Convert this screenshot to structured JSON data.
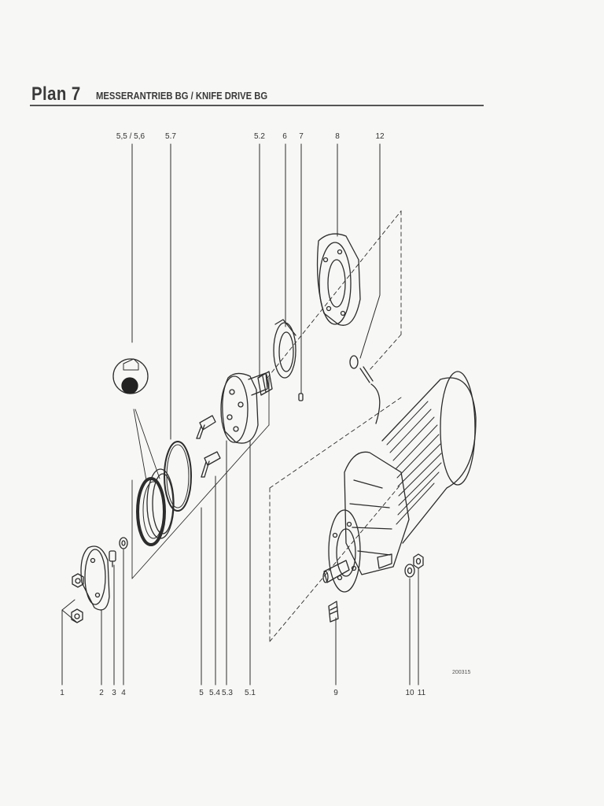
{
  "header": {
    "plan": "Plan   7",
    "title": "MESSERANTRIEB BG / KNIFE DRIVE BG"
  },
  "callouts_top": [
    "5,5 / 5,6",
    "5.7",
    "5.2",
    "6",
    "7",
    "8",
    "12"
  ],
  "callouts_bottom": [
    "1",
    "2",
    "3",
    "4",
    "5",
    "5.4",
    "5.3",
    "5.1",
    "9",
    "10",
    "11"
  ],
  "drawing_number": "200315"
}
